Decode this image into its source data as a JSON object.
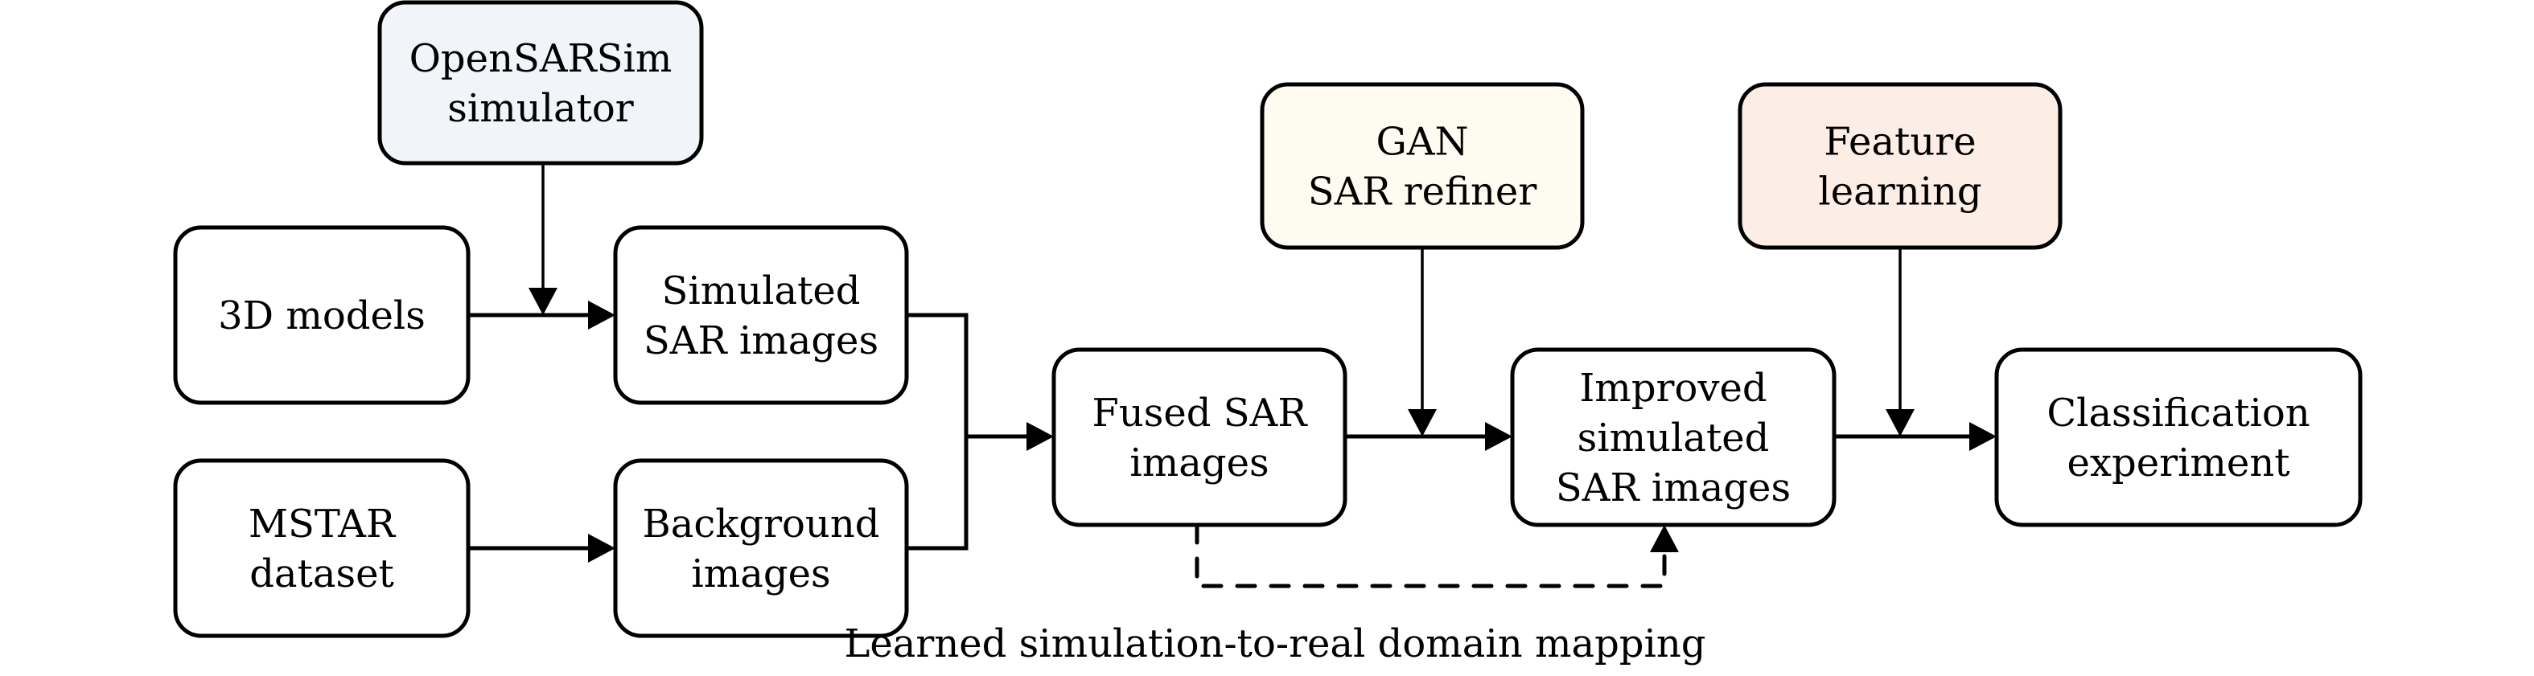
{
  "diagram": {
    "type": "flowchart",
    "nodes": [
      {
        "id": "opensarsim",
        "lines": [
          "OpenSARSim",
          "simulator"
        ],
        "fill": "#f1f5fa"
      },
      {
        "id": "models3d",
        "lines": [
          "3D models"
        ],
        "fill": "#ffffff"
      },
      {
        "id": "simulated",
        "lines": [
          "Simulated",
          "SAR images"
        ],
        "fill": "#ffffff"
      },
      {
        "id": "mstar",
        "lines": [
          "MSTAR",
          "dataset"
        ],
        "fill": "#ffffff"
      },
      {
        "id": "background",
        "lines": [
          "Background",
          "images"
        ],
        "fill": "#ffffff"
      },
      {
        "id": "fused",
        "lines": [
          "Fused SAR",
          "images"
        ],
        "fill": "#ffffff"
      },
      {
        "id": "gan",
        "lines": [
          "GAN",
          "SAR refiner"
        ],
        "fill": "#fefcf0"
      },
      {
        "id": "improved",
        "lines": [
          "Improved",
          "simulated",
          "SAR images"
        ],
        "fill": "#ffffff"
      },
      {
        "id": "feature",
        "lines": [
          "Feature",
          "learning"
        ],
        "fill": "#fcede5"
      },
      {
        "id": "classification",
        "lines": [
          "Classification",
          "experiment"
        ],
        "fill": "#ffffff"
      }
    ],
    "edges": [
      {
        "from": "models3d",
        "to": "simulated",
        "style": "solid"
      },
      {
        "from": "opensarsim",
        "to": "models3d-simulated-edge",
        "style": "solid"
      },
      {
        "from": "mstar",
        "to": "background",
        "style": "solid"
      },
      {
        "from": "simulated",
        "to": "fused",
        "style": "solid"
      },
      {
        "from": "background",
        "to": "fused",
        "style": "solid"
      },
      {
        "from": "fused",
        "to": "improved",
        "style": "solid"
      },
      {
        "from": "gan",
        "to": "fused-improved-edge",
        "style": "solid"
      },
      {
        "from": "improved",
        "to": "classification",
        "style": "solid"
      },
      {
        "from": "feature",
        "to": "improved-classification-edge",
        "style": "solid"
      },
      {
        "from": "fused",
        "to": "improved",
        "style": "dashed",
        "label_ref": "caption"
      }
    ],
    "caption": "Learned simulation-to-real domain mapping"
  }
}
